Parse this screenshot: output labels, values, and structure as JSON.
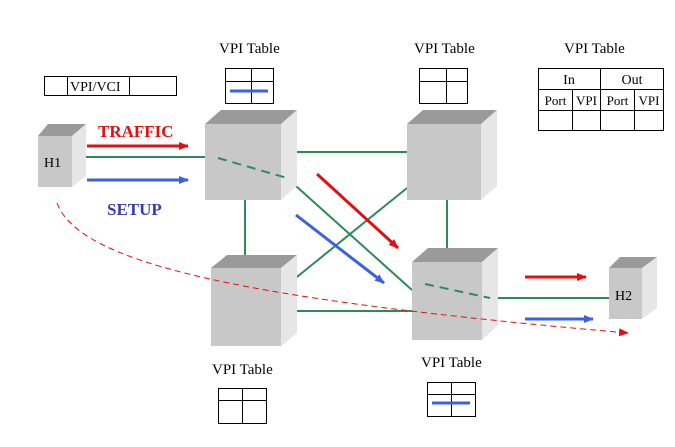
{
  "labels": {
    "vpi_table": "VPI Table",
    "vpi_vci": "VPI/VCI",
    "traffic": "TRAFFIC",
    "setup": "SETUP",
    "h1": "H1",
    "h2": "H2"
  },
  "big_table": {
    "in": "In",
    "out": "Out",
    "cols": [
      "Port",
      "VPI",
      "Port",
      "VPI"
    ]
  },
  "colors": {
    "traffic": "#e01010",
    "setup": "#3a62e0",
    "link": "#2e8b57",
    "box_front": "#c8c8c8",
    "box_top": "#9a9a9a",
    "box_side": "#e6e6e6"
  }
}
